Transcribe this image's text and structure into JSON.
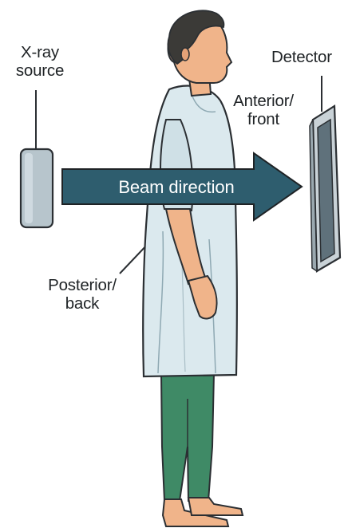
{
  "labels": {
    "source_line1": "X-ray",
    "source_line2": "source",
    "detector": "Detector",
    "anterior_line1": "Anterior/",
    "anterior_line2": "front",
    "beam": "Beam direction",
    "posterior_line1": "Posterior/",
    "posterior_line2": "back"
  },
  "colors": {
    "beam_arrow": "#2e5d6e",
    "gown": "#dbe9ee",
    "trousers": "#3f8a66",
    "skin": "#f0b48a",
    "hair": "#3b3a37",
    "source_box": "#b7c5cc",
    "detector_frame": "#c9d2d7",
    "detector_panel": "#5f717b",
    "outline": "#2b2f33"
  }
}
